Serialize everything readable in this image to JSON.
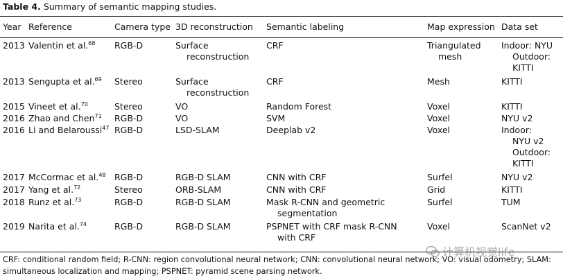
{
  "caption": {
    "label": "Table 4.",
    "text": " Summary of semantic mapping studies."
  },
  "headers": [
    "Year",
    "Reference",
    "Camera type",
    "3D reconstruction",
    "Semantic labeling",
    "Map expression",
    "Data set"
  ],
  "rows": [
    {
      "year": "2013",
      "ref": "Valentin et al.",
      "sup": "68",
      "camera": "RGB-D",
      "recon": [
        "Surface",
        "reconstruction"
      ],
      "label": [
        "CRF"
      ],
      "map": [
        "Triangulated",
        "mesh"
      ],
      "data": [
        "Indoor: NYU",
        "Outdoor:",
        "KITTI"
      ]
    },
    {
      "year": "2013",
      "ref": "Sengupta et al.",
      "sup": "69",
      "camera": "Stereo",
      "recon": [
        "Surface",
        "reconstruction"
      ],
      "label": [
        "CRF"
      ],
      "map": [
        "Mesh"
      ],
      "data": [
        "KITTI"
      ]
    },
    {
      "year": "2015",
      "ref": "Vineet et al.",
      "sup": "70",
      "camera": "Stereo",
      "recon": [
        "VO"
      ],
      "label": [
        "Random Forest"
      ],
      "map": [
        "Voxel"
      ],
      "data": [
        "KITTI"
      ]
    },
    {
      "year": "2016",
      "ref": "Zhao and Chen",
      "sup": "71",
      "camera": "RGB-D",
      "recon": [
        "VO"
      ],
      "label": [
        "SVM"
      ],
      "map": [
        "Voxel"
      ],
      "data": [
        "NYU v2"
      ]
    },
    {
      "year": "2016",
      "ref": "Li and Belaroussi",
      "sup": "47",
      "camera": "RGB-D",
      "recon": [
        "LSD-SLAM"
      ],
      "label": [
        "Deeplab v2"
      ],
      "map": [
        "Voxel"
      ],
      "data": [
        "Indoor:",
        "NYU v2",
        "Outdoor:",
        "KITTI"
      ]
    },
    {
      "year": "2017",
      "ref": "McCormac et al.",
      "sup": "48",
      "camera": "RGB-D",
      "recon": [
        "RGB-D SLAM"
      ],
      "label": [
        "CNN with CRF"
      ],
      "map": [
        "Surfel"
      ],
      "data": [
        "NYU v2"
      ]
    },
    {
      "year": "2017",
      "ref": "Yang et al.",
      "sup": "72",
      "camera": "Stereo",
      "recon": [
        "ORB-SLAM"
      ],
      "label": [
        "CNN with CRF"
      ],
      "map": [
        "Grid"
      ],
      "data": [
        "KITTI"
      ]
    },
    {
      "year": "2018",
      "ref": "Runz et al.",
      "sup": "73",
      "camera": "RGB-D",
      "recon": [
        "RGB-D SLAM"
      ],
      "label": [
        "Mask R-CNN and geometric",
        "segmentation"
      ],
      "map": [
        "Surfel"
      ],
      "data": [
        "TUM"
      ]
    },
    {
      "year": "2019",
      "ref": "Narita et al.",
      "sup": "74",
      "camera": "RGB-D",
      "recon": [
        "RGB-D SLAM"
      ],
      "label": [
        "PSPNET with CRF mask R-CNN",
        "with CRF"
      ],
      "map": [
        "Voxel"
      ],
      "data": [
        "ScanNet v2"
      ]
    }
  ],
  "footnote": "CRF: conditional random field; R-CNN: region convolutional neural network; CNN: convolutional neural network; VO: visual odometry; SLAM: simultaneous localization and mapping; PSPNET: pyramid scene parsing network.",
  "watermark": "计算机视觉life"
}
